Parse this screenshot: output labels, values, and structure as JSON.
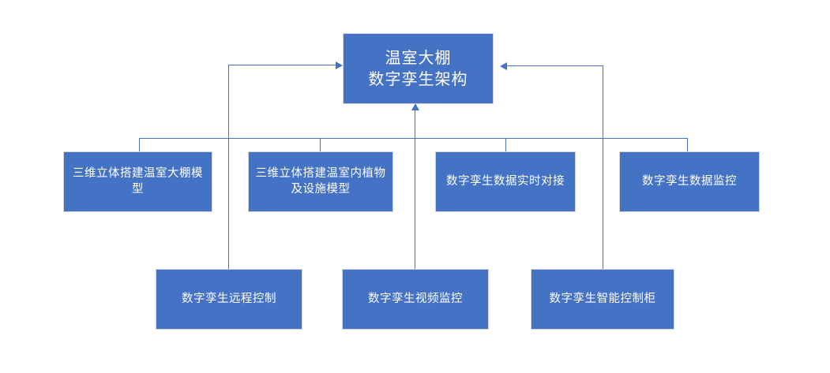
{
  "diagram": {
    "title": "温室大棚数字孪生架构",
    "accent_color": "#4472C4",
    "border_color": "#d4d4d4",
    "text_color": "#ffffff",
    "background_color": "#ffffff",
    "root": {
      "label": "温室大棚\n数字孪生架构",
      "line1": "温室大棚",
      "line2": "数字孪生架构"
    },
    "level2": [
      {
        "label": "三维立体搭建温室大棚模型",
        "line1": "三维立体搭建温室大",
        "line2": "棚模型"
      },
      {
        "label": "三维立体搭建温室内植物及设施模型",
        "line1": "三维立体搭建温室内",
        "line2": "植物及设施模型"
      },
      {
        "label": "数字孪生数据实时对接",
        "line1": "数字孪生",
        "line2": "数据实时对接"
      },
      {
        "label": "数字孪生数据监控",
        "line1": "数字孪生",
        "line2": "数据监控"
      }
    ],
    "level3": [
      {
        "label": "数字孪生远程控制",
        "line1": "数字孪生",
        "line2": "远程控制"
      },
      {
        "label": "数字孪生视频监控",
        "line1": "数字孪生",
        "line2": "视频监控"
      },
      {
        "label": "数字孪生智能控制柜",
        "line1": "数字孪生",
        "line2": "智能控制柜"
      }
    ]
  }
}
